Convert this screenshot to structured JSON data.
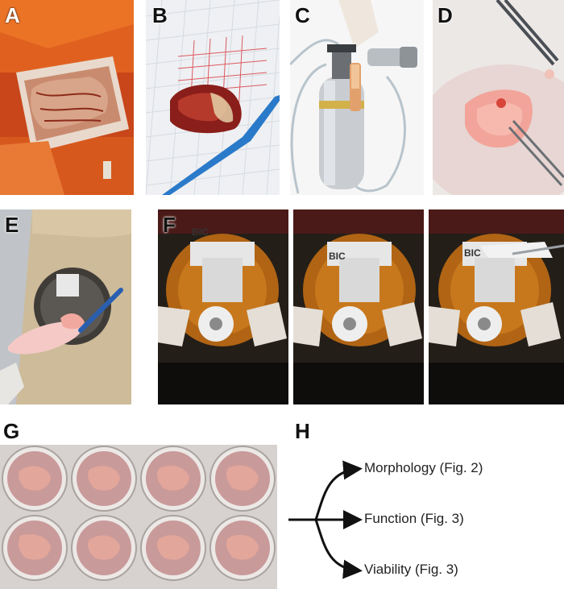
{
  "panels": {
    "a": {
      "label": "A"
    },
    "b": {
      "label": "B"
    },
    "c": {
      "label": "C"
    },
    "d": {
      "label": "D"
    },
    "e": {
      "label": "E"
    },
    "f": {
      "label": "F",
      "blade_brand": "BIC"
    },
    "g": {
      "label": "G"
    },
    "h": {
      "label": "H",
      "outcomes": [
        {
          "text": "Morphology (Fig. 2)"
        },
        {
          "text": "Function (Fig. 3)"
        },
        {
          "text": "Viability (Fig. 3)"
        }
      ]
    }
  },
  "colors": {
    "surgical_orange": "#d9541c",
    "tissue_pink": "#e8a89a",
    "culture_medium": "#c99a9a",
    "arrow": "#111111"
  }
}
